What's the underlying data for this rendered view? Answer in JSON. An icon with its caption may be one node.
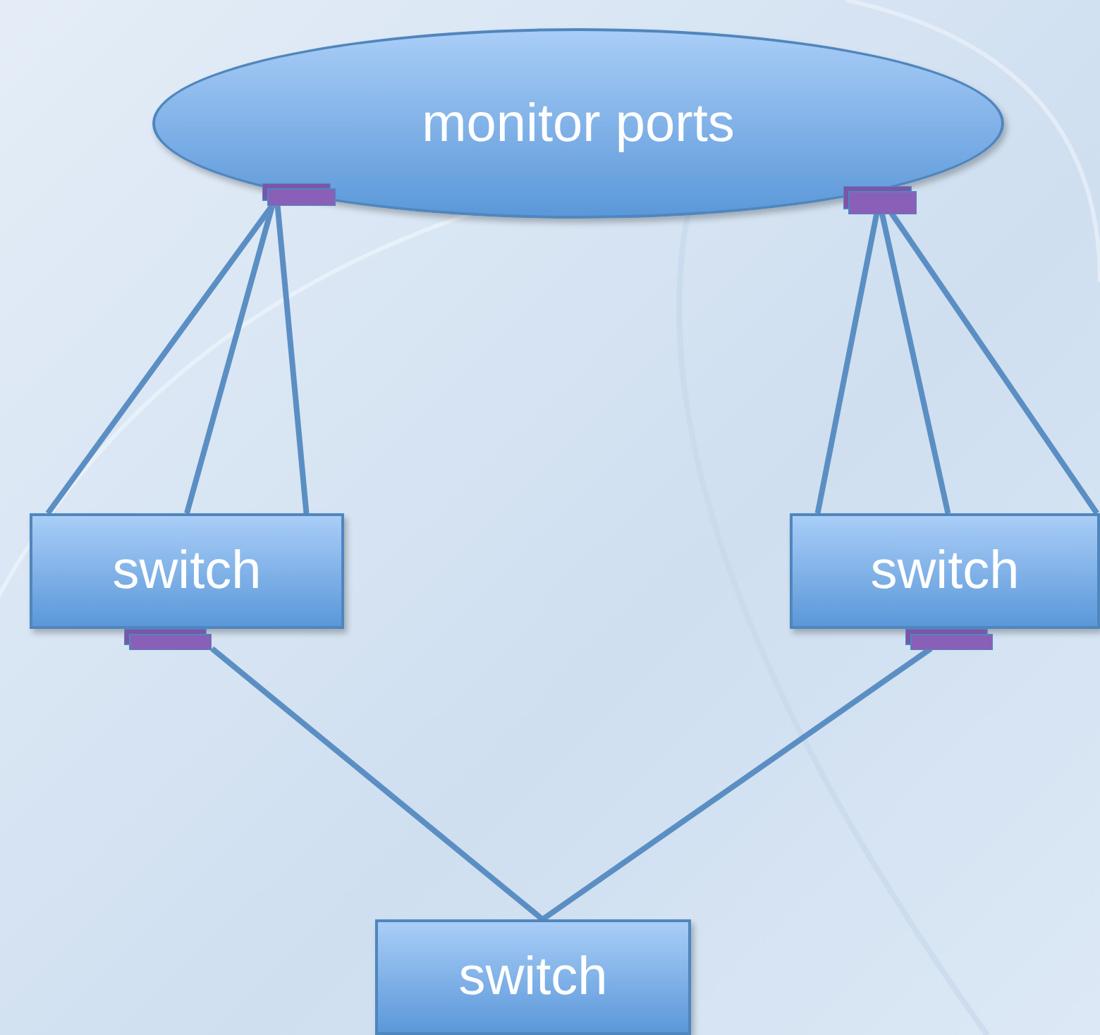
{
  "diagram": {
    "nodes": [
      {
        "text": [
          "monitor ports"
        ]
      },
      {
        "text": [
          "switch"
        ]
      },
      {
        "text": [
          "switch"
        ]
      },
      {
        "text": [
          "switch"
        ]
      }
    ],
    "edges": [
      {
        "from": 1,
        "to": 0,
        "arrow": "none"
      },
      {
        "from": 1,
        "to": 0,
        "arrow": "none"
      },
      {
        "from": 1,
        "to": 0,
        "arrow": "none"
      },
      {
        "from": 2,
        "to": 0,
        "arrow": "none"
      },
      {
        "from": 2,
        "to": 0,
        "arrow": "none"
      },
      {
        "from": 2,
        "to": 0,
        "arrow": "none"
      },
      {
        "from": 1,
        "to": 3,
        "arrow": "none"
      },
      {
        "from": 2,
        "to": 3,
        "arrow": "none"
      }
    ]
  }
}
